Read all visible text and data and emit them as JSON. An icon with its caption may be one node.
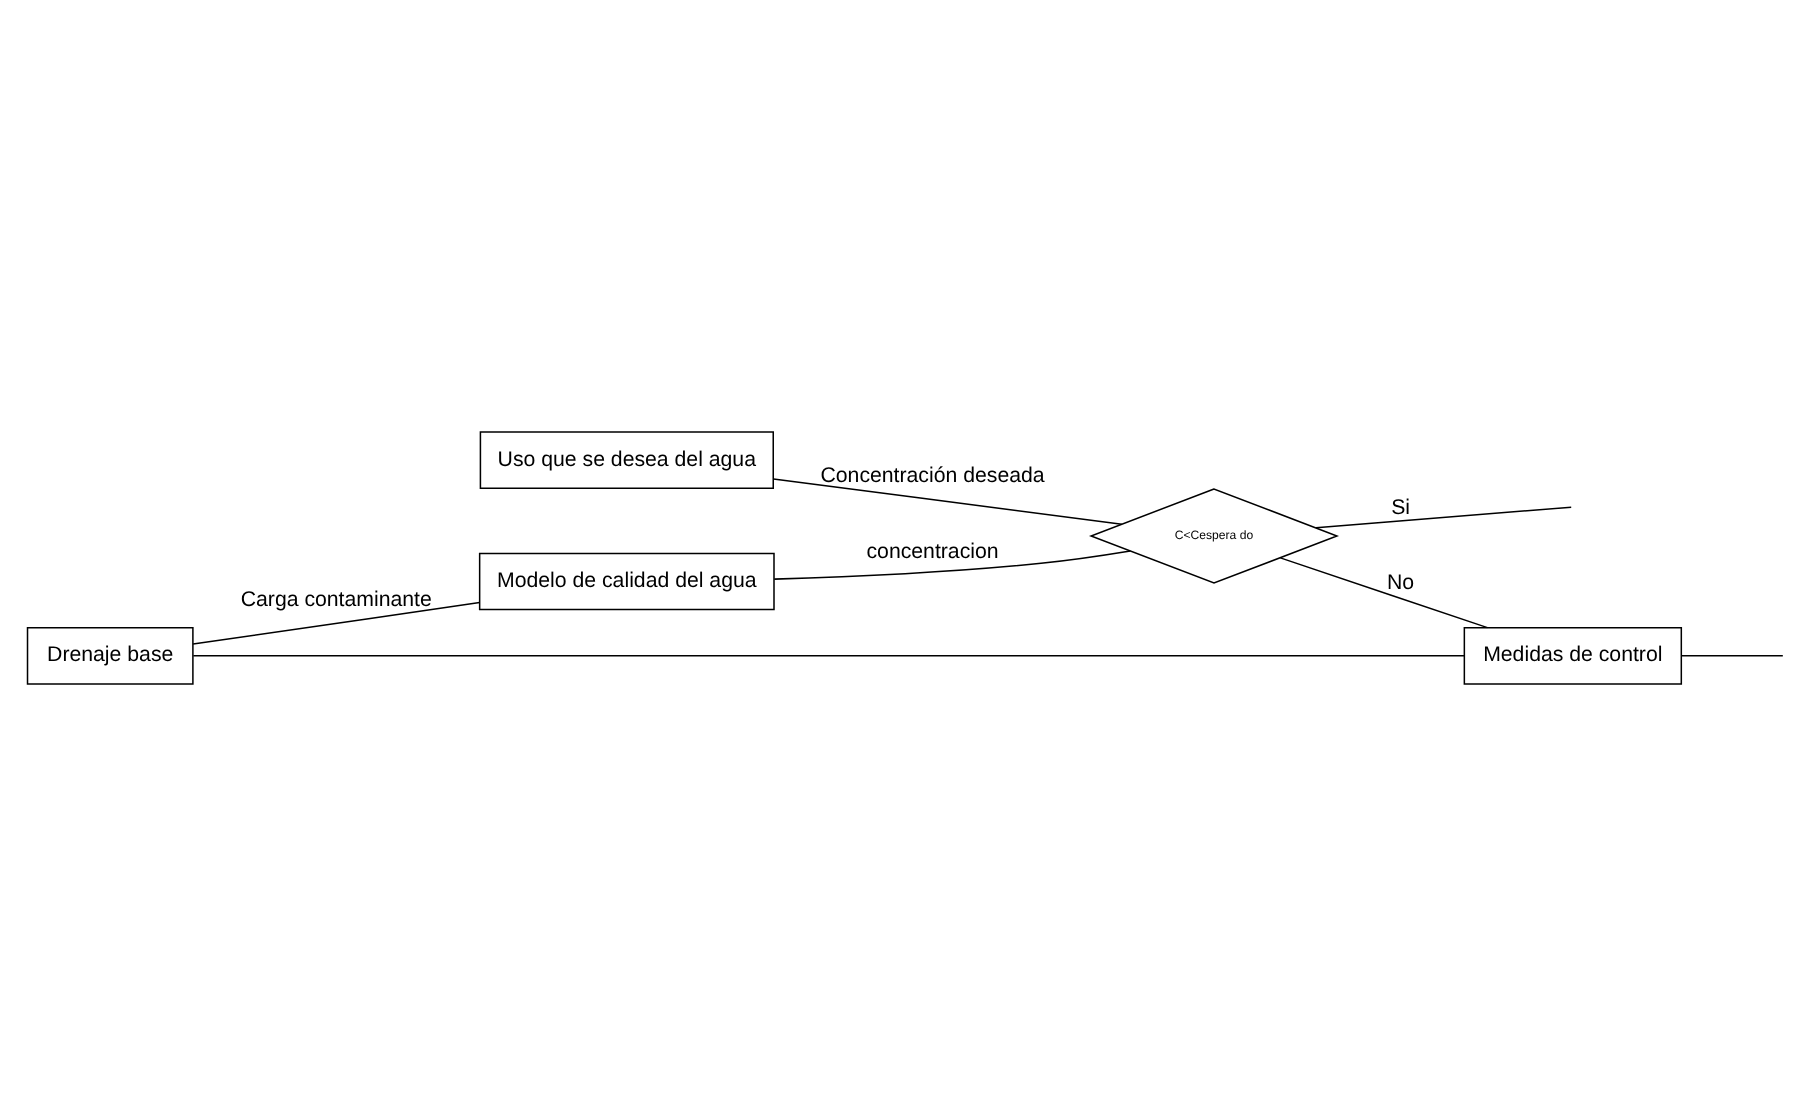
{
  "diagram": {
    "nodes": [
      {
        "text": [
          "Uso que se desea del agua"
        ]
      },
      {
        "text": [
          "Drenaje base"
        ]
      },
      {
        "text": [
          "Modelo de calidad del agua"
        ]
      },
      {
        "text": [
          "C<Cespera do"
        ]
      },
      {
        "text": [
          "Medidas de control"
        ]
      }
    ],
    "edges": [
      {
        "from": 0,
        "to": 3,
        "arrow": "none",
        "label": "Concentración deseada"
      },
      {
        "from": 1,
        "to": 2,
        "arrow": "none",
        "label": "Carga contaminante"
      },
      {
        "from": 2,
        "to": 3,
        "arrow": "none",
        "label": "concentracion"
      },
      {
        "from": 3,
        "to": null,
        "arrow": "none",
        "label": "Si"
      },
      {
        "from": 3,
        "to": 4,
        "arrow": "none",
        "label": "No"
      },
      {
        "from": 1,
        "to": 4,
        "arrow": "none"
      },
      {
        "from": 4,
        "to": null,
        "arrow": "none"
      }
    ]
  }
}
